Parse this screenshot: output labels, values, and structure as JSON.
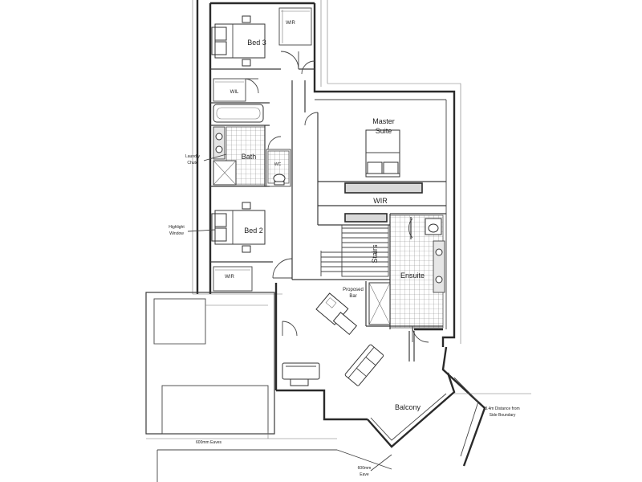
{
  "rooms": {
    "bed3": "Bed 3",
    "bed3_wir": "WIR",
    "wil": "WIL",
    "bath": "Bath",
    "wc": "WC",
    "bed2": "Bed 2",
    "bed2_wir": "WIR",
    "master_line1": "Master",
    "master_line2": "Suite",
    "master_wir": "WIR",
    "stairs": "Stairs",
    "ensuite": "Ensuite",
    "proposed_bar_line1": "Proposed",
    "proposed_bar_line2": "Bar",
    "balcony": "Balcony"
  },
  "annotations": {
    "laundry_line1": "Laundry",
    "laundry_line2": "Chute",
    "highlight_line1": "Highlight",
    "highlight_line2": "Window",
    "eaves_side": "600mm Eaves",
    "eaves_front_line1": "600mm",
    "eaves_front_line2": "Eave",
    "distance_line1": "3.4m Distance from",
    "distance_line2": "Side Boundary"
  }
}
